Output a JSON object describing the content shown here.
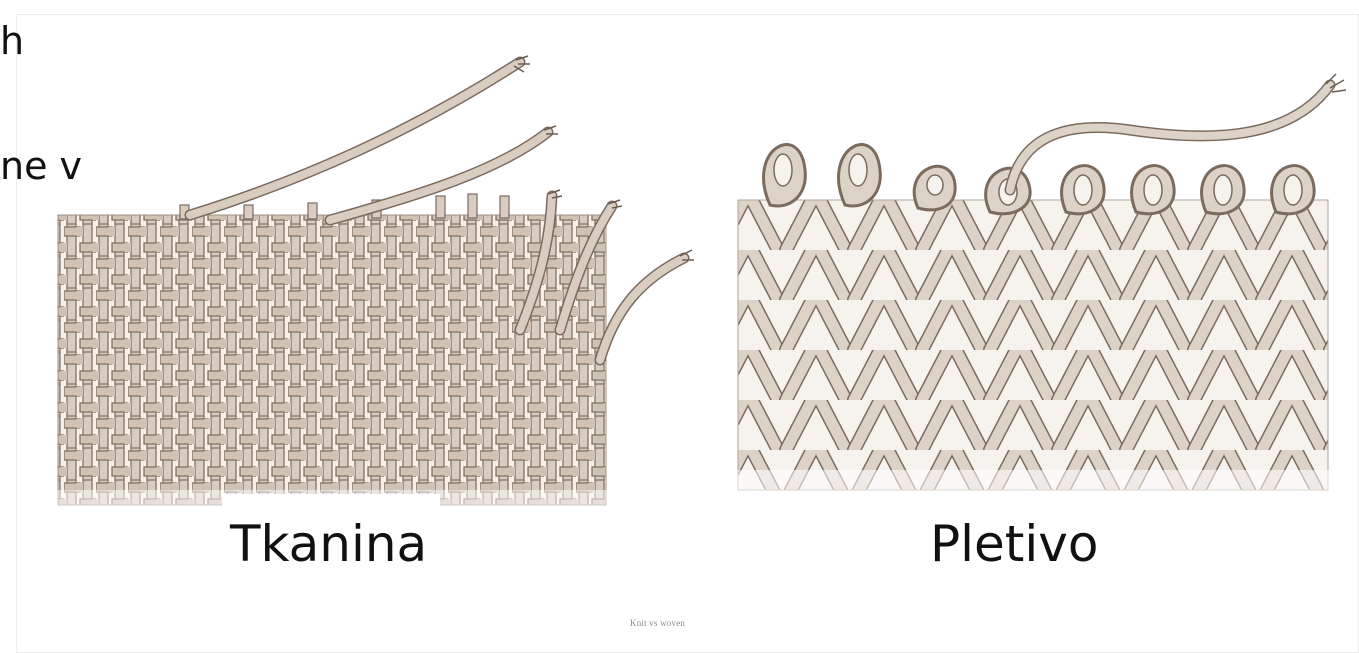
{
  "slide": {
    "overflow_text_line1": "h",
    "overflow_text_line2": "ne v"
  },
  "figure": {
    "woven_label": "Tkanina",
    "knit_label": "Pletivo",
    "credit": "Knit vs woven"
  },
  "colors": {
    "yarn": "#d9cdc2",
    "yarn_outline": "#7b6b5f",
    "yarn_shadow": "#a8998d",
    "text": "#111111"
  }
}
